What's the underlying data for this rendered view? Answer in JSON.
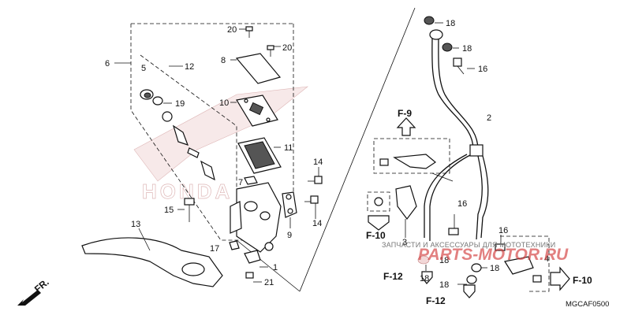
{
  "diagram": {
    "code": "MGCAF0500",
    "direction_label": "FR.",
    "watermark_text": "ЗАПЧАСТИ И АКСЕССУАРЫ ДЛЯ МОТОТЕХНИКИ",
    "watermark_logo": "PARTS-MOTOR.RU",
    "background_brand": "HONDA"
  },
  "callouts": {
    "c1": "1",
    "c2": "2",
    "c3": "3",
    "c4": "4",
    "c5": "5",
    "c6": "6",
    "c7": "7",
    "c8": "8",
    "c9": "9",
    "c10": "10",
    "c11": "11",
    "c12": "12",
    "c13": "13",
    "c14a": "14",
    "c14b": "14",
    "c15": "15",
    "c16a": "16",
    "c16b": "16",
    "c16c": "16",
    "c17": "17",
    "c18a": "18",
    "c18b": "18",
    "c18c": "18",
    "c18d": "18",
    "c18e": "18",
    "c18f": "18",
    "c19": "19",
    "c20a": "20",
    "c20b": "20",
    "c21": "21"
  },
  "references": {
    "f9": "F-9",
    "f10a": "F-10",
    "f10b": "F-10",
    "f12a": "F-12",
    "f12b": "F-12"
  }
}
